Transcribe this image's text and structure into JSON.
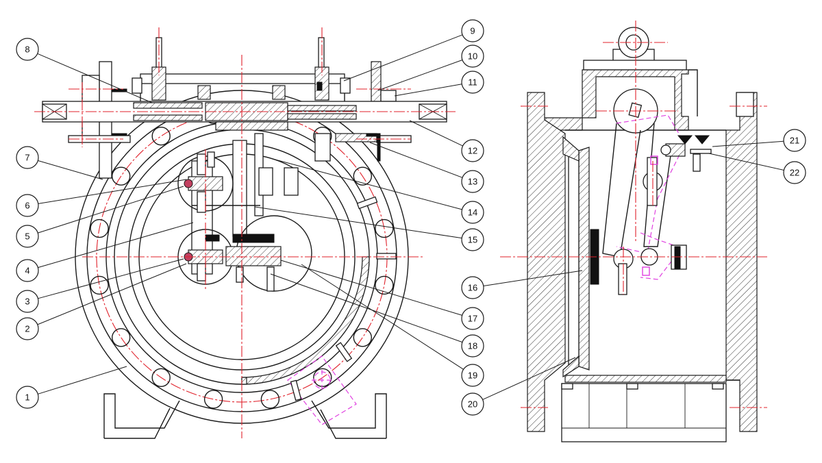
{
  "diagram": {
    "type": "engineering-section-drawing",
    "colors": {
      "line": "#1a1a1a",
      "centerline": "#e0202a",
      "phantom": "#e040e0",
      "background": "#ffffff"
    },
    "callouts": [
      "1",
      "2",
      "3",
      "4",
      "5",
      "6",
      "7",
      "8",
      "9",
      "10",
      "11",
      "12",
      "13",
      "14",
      "15",
      "16",
      "17",
      "18",
      "19",
      "20",
      "21",
      "22"
    ]
  }
}
